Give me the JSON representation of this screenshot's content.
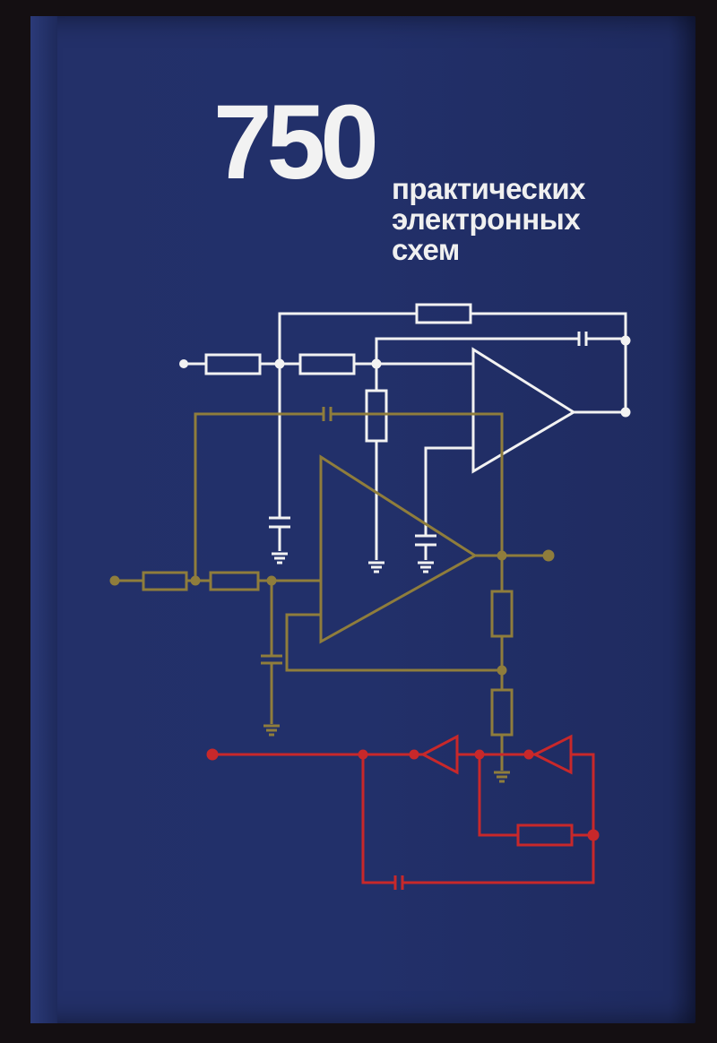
{
  "cover": {
    "number": "750",
    "title_lines": [
      "практических",
      "электронных",
      "схем"
    ]
  },
  "colors": {
    "background": "#22306a",
    "circuit_white": "#f2f2f2",
    "circuit_olive": "#8f7d3c",
    "circuit_red": "#c8282a"
  }
}
